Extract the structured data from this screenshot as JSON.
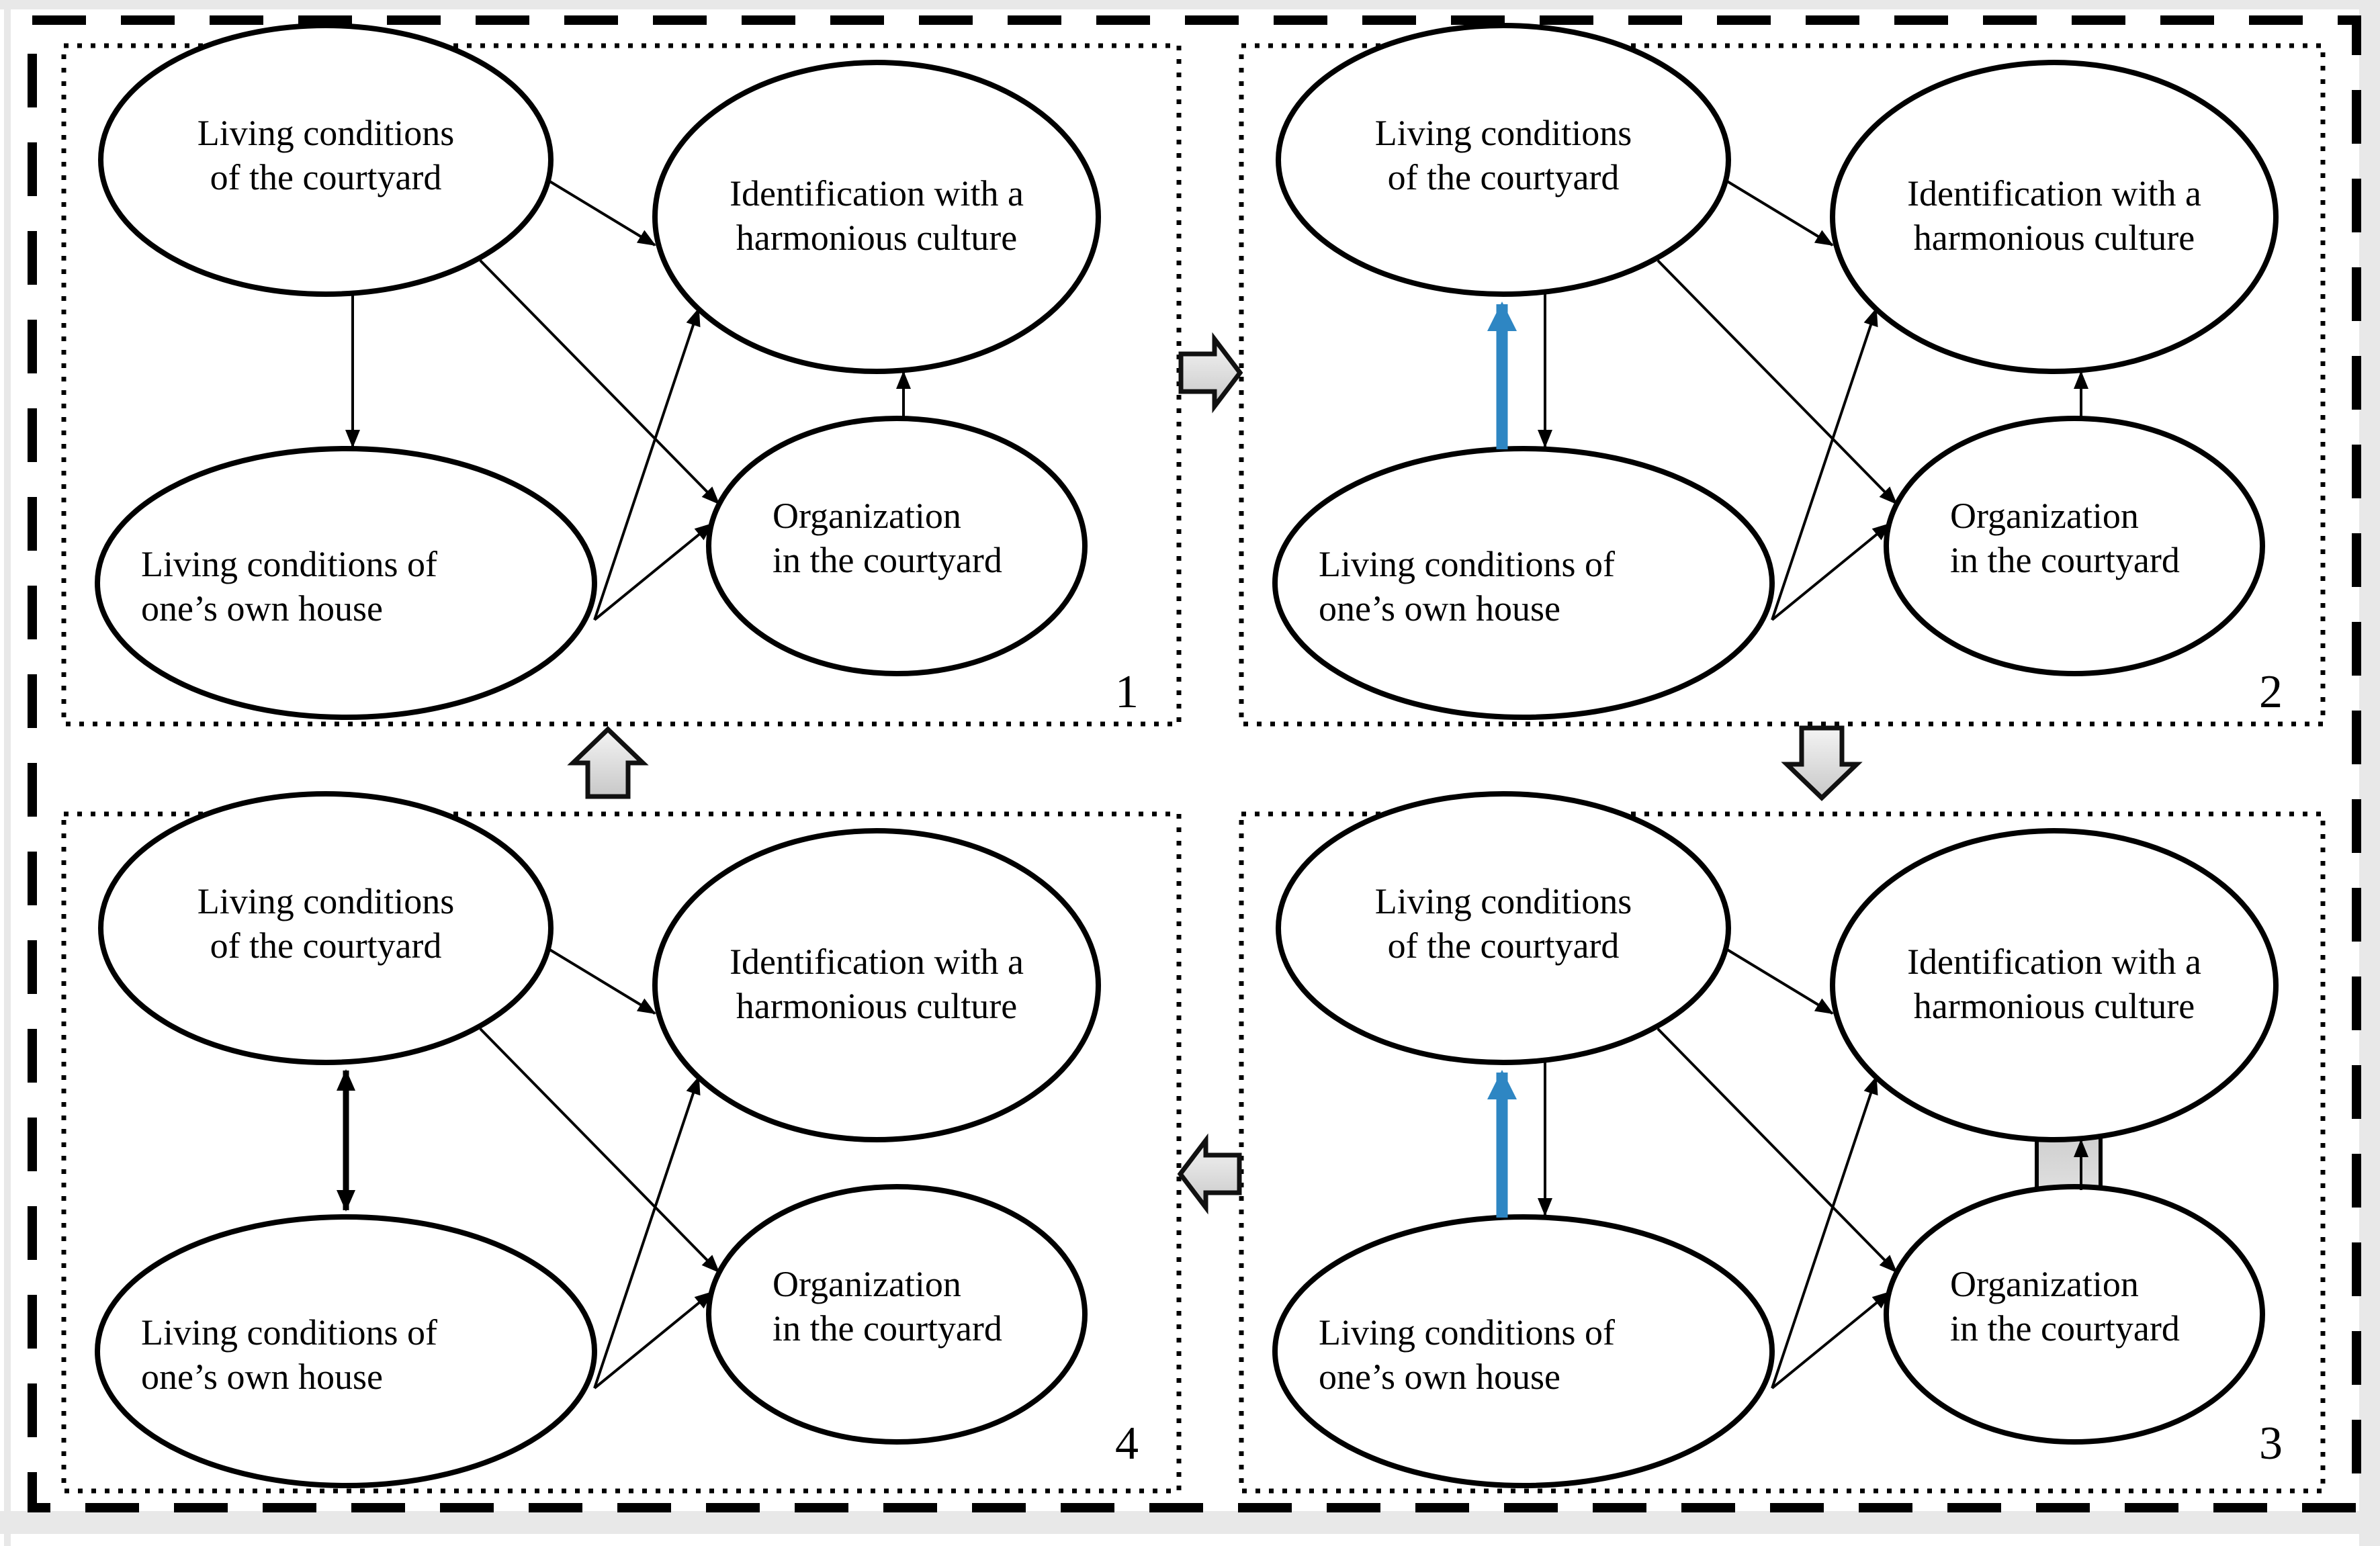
{
  "diagram": {
    "panel_numbers": [
      "1",
      "2",
      "3",
      "4"
    ],
    "node_labels": {
      "courtyard": {
        "line1": "Living conditions",
        "line2": "of the courtyard"
      },
      "house": {
        "line1": "Living conditions of",
        "line2": "one’s own house"
      },
      "identification": {
        "line1": "Identification with a",
        "line2": "harmonious culture"
      },
      "organization": {
        "line1": "Organization",
        "line2": "in the courtyard"
      }
    },
    "colors": {
      "emphasis_blue": "#2E86C3",
      "flow_fill_top": "#f4f4f4",
      "flow_fill_bottom": "#c8c8c8",
      "band_fill_top": "#c4c4c4",
      "band_fill_bottom": "#e4e4e4",
      "line_color": "#000000",
      "page_margin_gray": "#e8e8e8"
    }
  }
}
